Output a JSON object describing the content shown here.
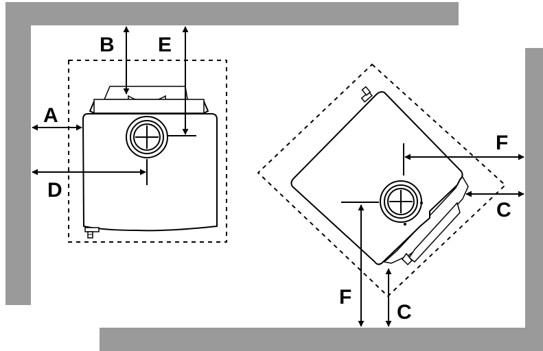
{
  "labels": {
    "a": "A",
    "b": "B",
    "c": "C",
    "d": "D",
    "e": "E",
    "f": "F"
  },
  "colors": {
    "wall": "#9a9a9a",
    "lines": "#000000",
    "background": "#ffffff"
  }
}
